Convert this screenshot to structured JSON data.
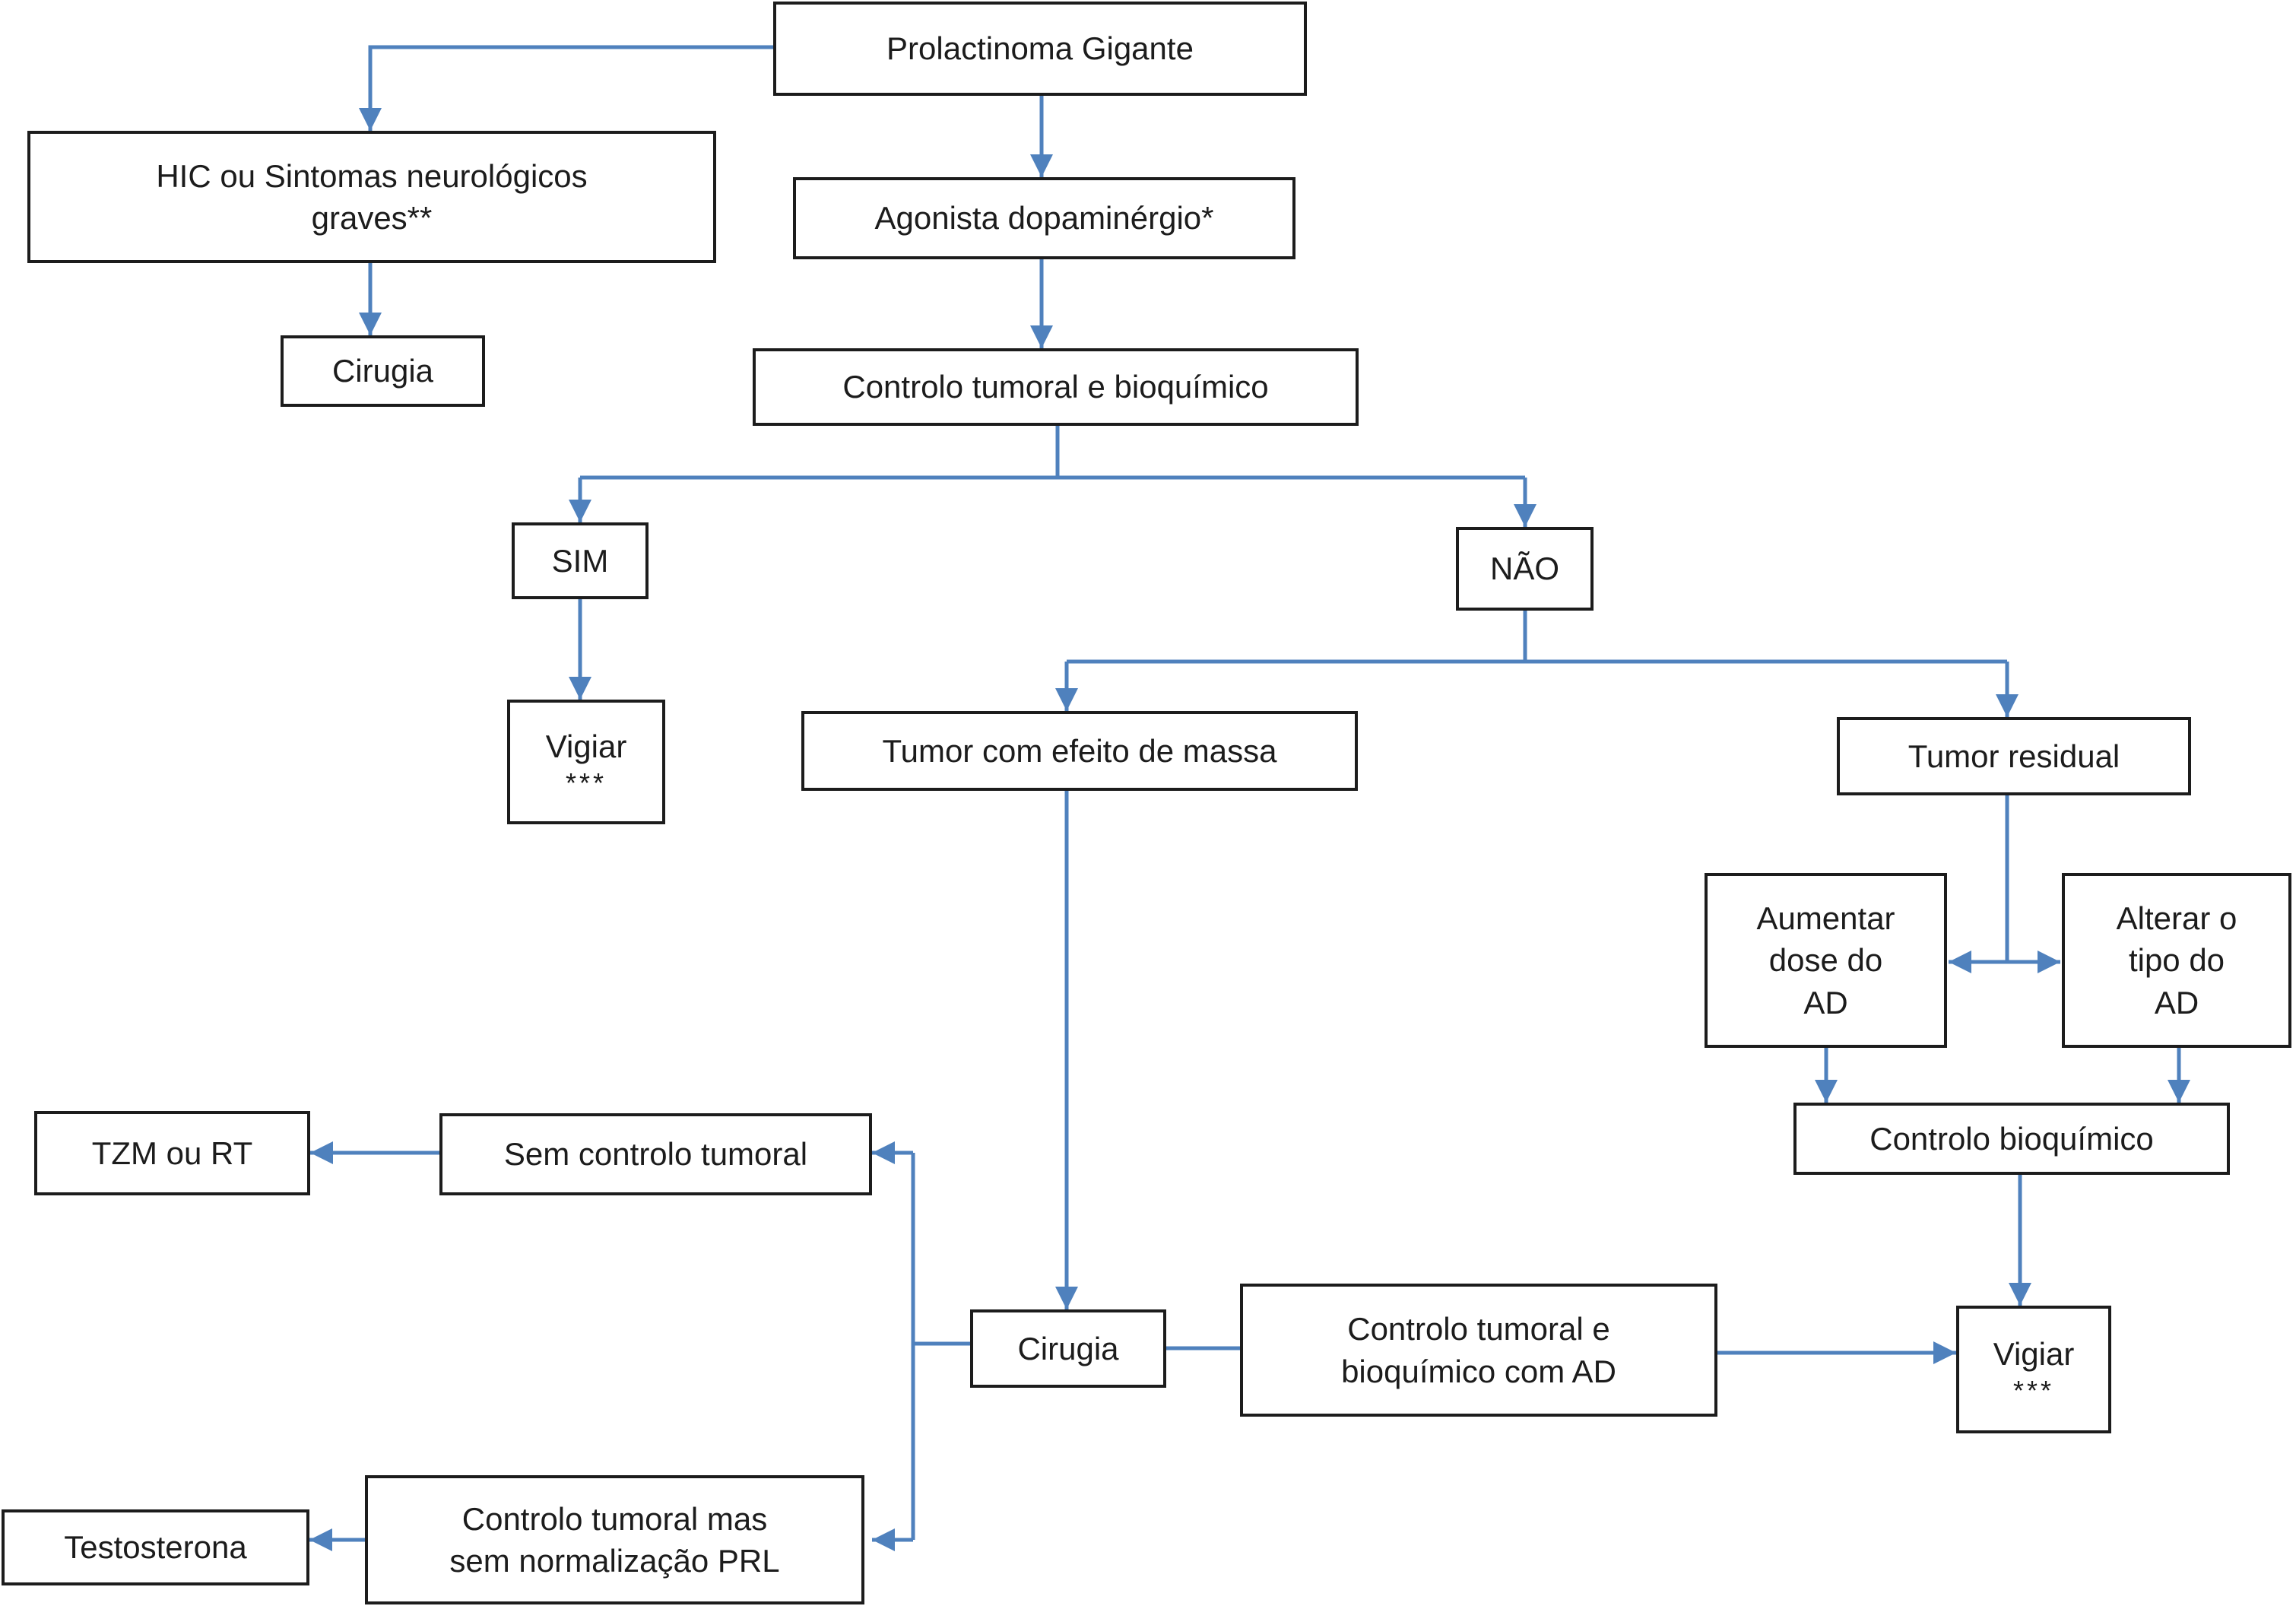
{
  "colors": {
    "accent": "#4f81bd",
    "box_border": "#1c1c1c",
    "text": "#1c1c1c",
    "background": "#ffffff"
  },
  "nodes": {
    "prolactinoma": {
      "label": "Prolactinoma Gigante"
    },
    "hic": {
      "label": "HIC ou Sintomas neurológicos\ngraves**"
    },
    "cirugia_esq": {
      "label": "Cirugia"
    },
    "agonista": {
      "label": "Agonista dopaminérgio*"
    },
    "controlo_tumoral_bioquimico": {
      "label": "Controlo tumoral e bioquímico"
    },
    "sim": {
      "label": "SIM"
    },
    "nao": {
      "label": "NÃO"
    },
    "vigiar_sim": {
      "label": "Vigiar",
      "note": "***"
    },
    "tumor_massa": {
      "label": "Tumor com efeito de massa"
    },
    "tumor_residual": {
      "label": "Tumor residual"
    },
    "aumentar_dose": {
      "label": "Aumentar\ndose do\nAD"
    },
    "alterar_tipo": {
      "label": "Alterar o\ntipo do\nAD"
    },
    "controlo_bioquimico": {
      "label": "Controlo bioquímico"
    },
    "tzm_rt": {
      "label": "TZM ou RT"
    },
    "sem_controlo_tumoral": {
      "label": "Sem controlo tumoral"
    },
    "cirugia_centro": {
      "label": "Cirugia"
    },
    "controlo_ad": {
      "label": "Controlo tumoral e\nbioquímico com AD"
    },
    "vigiar_ad": {
      "label": "Vigiar",
      "note": "***"
    },
    "testosterona": {
      "label": "Testosterona"
    },
    "controlo_sem_prl": {
      "label": "Controlo tumoral mas\nsem normalização PRL"
    }
  }
}
